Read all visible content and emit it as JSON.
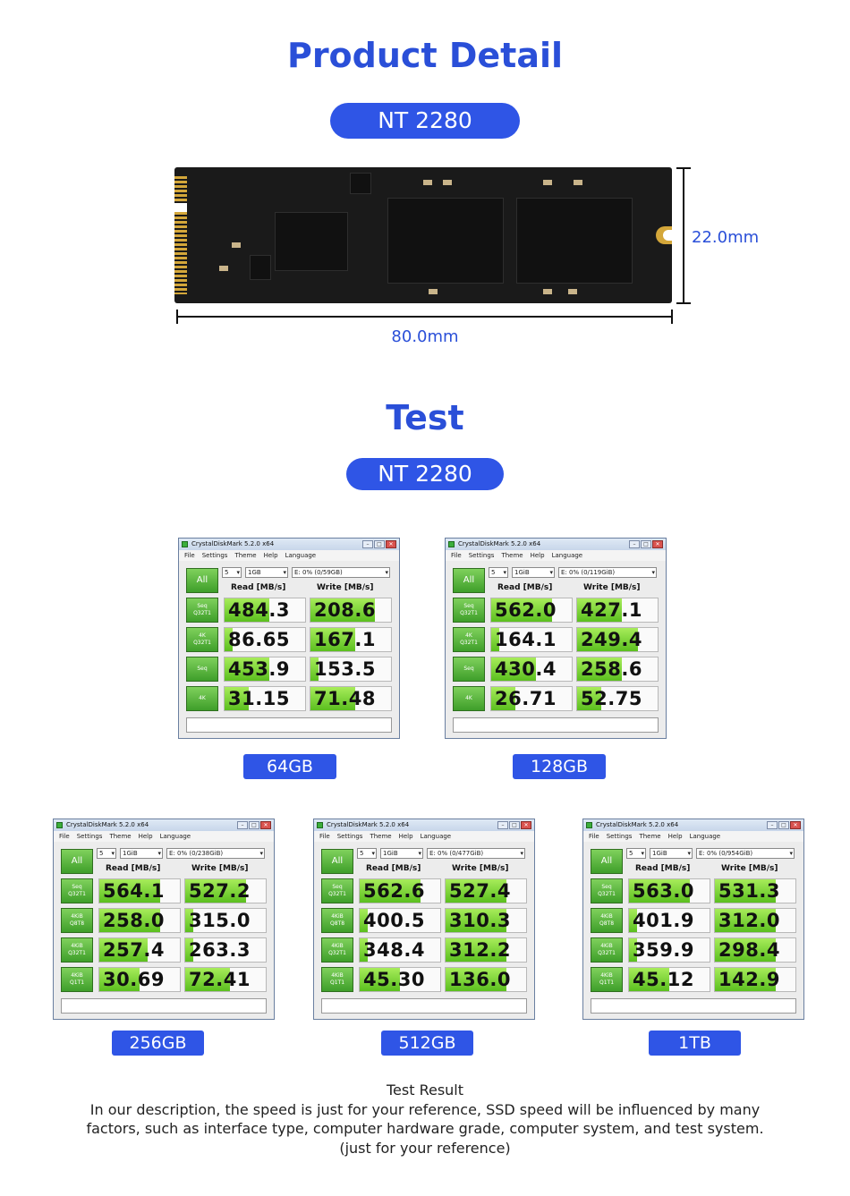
{
  "section1": {
    "title": "Product Detail",
    "pill": "NT 2280",
    "height_label": "22.0mm",
    "width_label": "80.0mm"
  },
  "section2": {
    "title": "Test",
    "pill": "NT 2280"
  },
  "window_title": "CrystalDiskMark 5.2.0 x64",
  "menu": [
    "File",
    "Settings",
    "Theme",
    "Help",
    "Language"
  ],
  "all_label": "All",
  "read_header": "Read [MB/s]",
  "write_header": "Write [MB/s]",
  "results": [
    {
      "capacity": "64GB",
      "count": "5",
      "size": "1GB",
      "drive": "E: 0% (0/59GB)",
      "rows": [
        {
          "label": "Seq\nQ32T1",
          "read": "484.3",
          "write": "208.6",
          "read_fill": 0.55,
          "write_fill": 0.8
        },
        {
          "label": "4K\nQ32T1",
          "read": "86.65",
          "write": "167.1",
          "read_fill": 0.1,
          "write_fill": 0.55
        },
        {
          "label": "Seq",
          "read": "453.9",
          "write": "153.5",
          "read_fill": 0.55,
          "write_fill": 0.1
        },
        {
          "label": "4K",
          "read": "31.15",
          "write": "71.48",
          "read_fill": 0.3,
          "write_fill": 0.55
        }
      ]
    },
    {
      "capacity": "128GB",
      "count": "5",
      "size": "1GiB",
      "drive": "E: 0% (0/119GiB)",
      "rows": [
        {
          "label": "Seq\nQ32T1",
          "read": "562.0",
          "write": "427.1",
          "read_fill": 0.75,
          "write_fill": 0.55
        },
        {
          "label": "4K\nQ32T1",
          "read": "164.1",
          "write": "249.4",
          "read_fill": 0.1,
          "write_fill": 0.75
        },
        {
          "label": "Seq",
          "read": "430.4",
          "write": "258.6",
          "read_fill": 0.55,
          "write_fill": 0.55
        },
        {
          "label": "4K",
          "read": "26.71",
          "write": "52.75",
          "read_fill": 0.3,
          "write_fill": 0.3
        }
      ]
    },
    {
      "capacity": "256GB",
      "count": "5",
      "size": "1GiB",
      "drive": "E: 0% (0/238GiB)",
      "rows": [
        {
          "label": "Seq\nQ32T1",
          "read": "564.1",
          "write": "527.2",
          "read_fill": 0.75,
          "write_fill": 0.75
        },
        {
          "label": "4KiB\nQ8T8",
          "read": "258.0",
          "write": "315.0",
          "read_fill": 0.75,
          "write_fill": 0.1
        },
        {
          "label": "4KiB\nQ32T1",
          "read": "257.4",
          "write": "263.3",
          "read_fill": 0.6,
          "write_fill": 0.1
        },
        {
          "label": "4KiB\nQ1T1",
          "read": "30.69",
          "write": "72.41",
          "read_fill": 0.5,
          "write_fill": 0.55
        }
      ]
    },
    {
      "capacity": "512GB",
      "count": "5",
      "size": "1GiB",
      "drive": "E: 0% (0/477GiB)",
      "rows": [
        {
          "label": "Seq\nQ32T1",
          "read": "562.6",
          "write": "527.4",
          "read_fill": 0.75,
          "write_fill": 0.75
        },
        {
          "label": "4KiB\nQ8T8",
          "read": "400.5",
          "write": "310.3",
          "read_fill": 0.1,
          "write_fill": 0.75
        },
        {
          "label": "4KiB\nQ32T1",
          "read": "348.4",
          "write": "312.2",
          "read_fill": 0.1,
          "write_fill": 0.75
        },
        {
          "label": "4KiB\nQ1T1",
          "read": "45.30",
          "write": "136.0",
          "read_fill": 0.5,
          "write_fill": 0.75
        }
      ]
    },
    {
      "capacity": "1TB",
      "count": "5",
      "size": "1GiB",
      "drive": "E: 0% (0/954GiB)",
      "rows": [
        {
          "label": "Seq\nQ32T1",
          "read": "563.0",
          "write": "531.3",
          "read_fill": 0.75,
          "write_fill": 0.75
        },
        {
          "label": "4KiB\nQ8T8",
          "read": "401.9",
          "write": "312.0",
          "read_fill": 0.1,
          "write_fill": 0.75
        },
        {
          "label": "4KiB\nQ32T1",
          "read": "359.9",
          "write": "298.4",
          "read_fill": 0.1,
          "write_fill": 0.75
        },
        {
          "label": "4KiB\nQ1T1",
          "read": "45.12",
          "write": "142.9",
          "read_fill": 0.5,
          "write_fill": 0.75
        }
      ]
    }
  ],
  "footer": {
    "title": "Test Result",
    "line1": "In our description, the speed is just for your reference, SSD speed will be influenced by many",
    "line2": "factors, such as interface type, computer hardware grade, computer system, and test system.",
    "line3": "(just for your reference)"
  },
  "colors": {
    "accent": "#2f55e6",
    "heading": "#2a4fd8",
    "bar_green": "#5bbf1f"
  }
}
